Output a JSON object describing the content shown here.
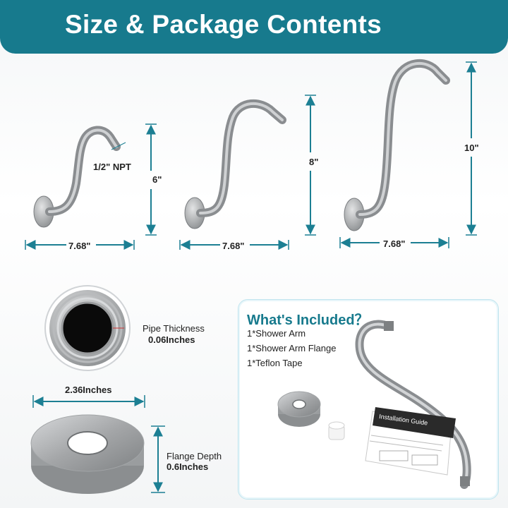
{
  "banner": {
    "title": "Size & Package Contents"
  },
  "arms": [
    {
      "height_label": "6\"",
      "width_label": "7.68\"",
      "thread_label": "1/2\" NPT"
    },
    {
      "height_label": "8\"",
      "width_label": "7.68\""
    },
    {
      "height_label": "10\"",
      "width_label": "7.68\""
    }
  ],
  "pipe": {
    "label": "Pipe Thickness",
    "value": "0.06Inches"
  },
  "flange": {
    "width_label": "2.36Inches",
    "depth_label": "Flange Depth",
    "depth_value": "0.6Inches"
  },
  "included": {
    "title": "What's Included？",
    "items": [
      "1*Shower Arm",
      "1*Shower Arm Flange",
      "1*Teflon Tape"
    ],
    "guide_title": "Installation Guide"
  },
  "colors": {
    "accent": "#177a8d",
    "dimension": "#1c7f93",
    "metal": "#a9abad"
  }
}
